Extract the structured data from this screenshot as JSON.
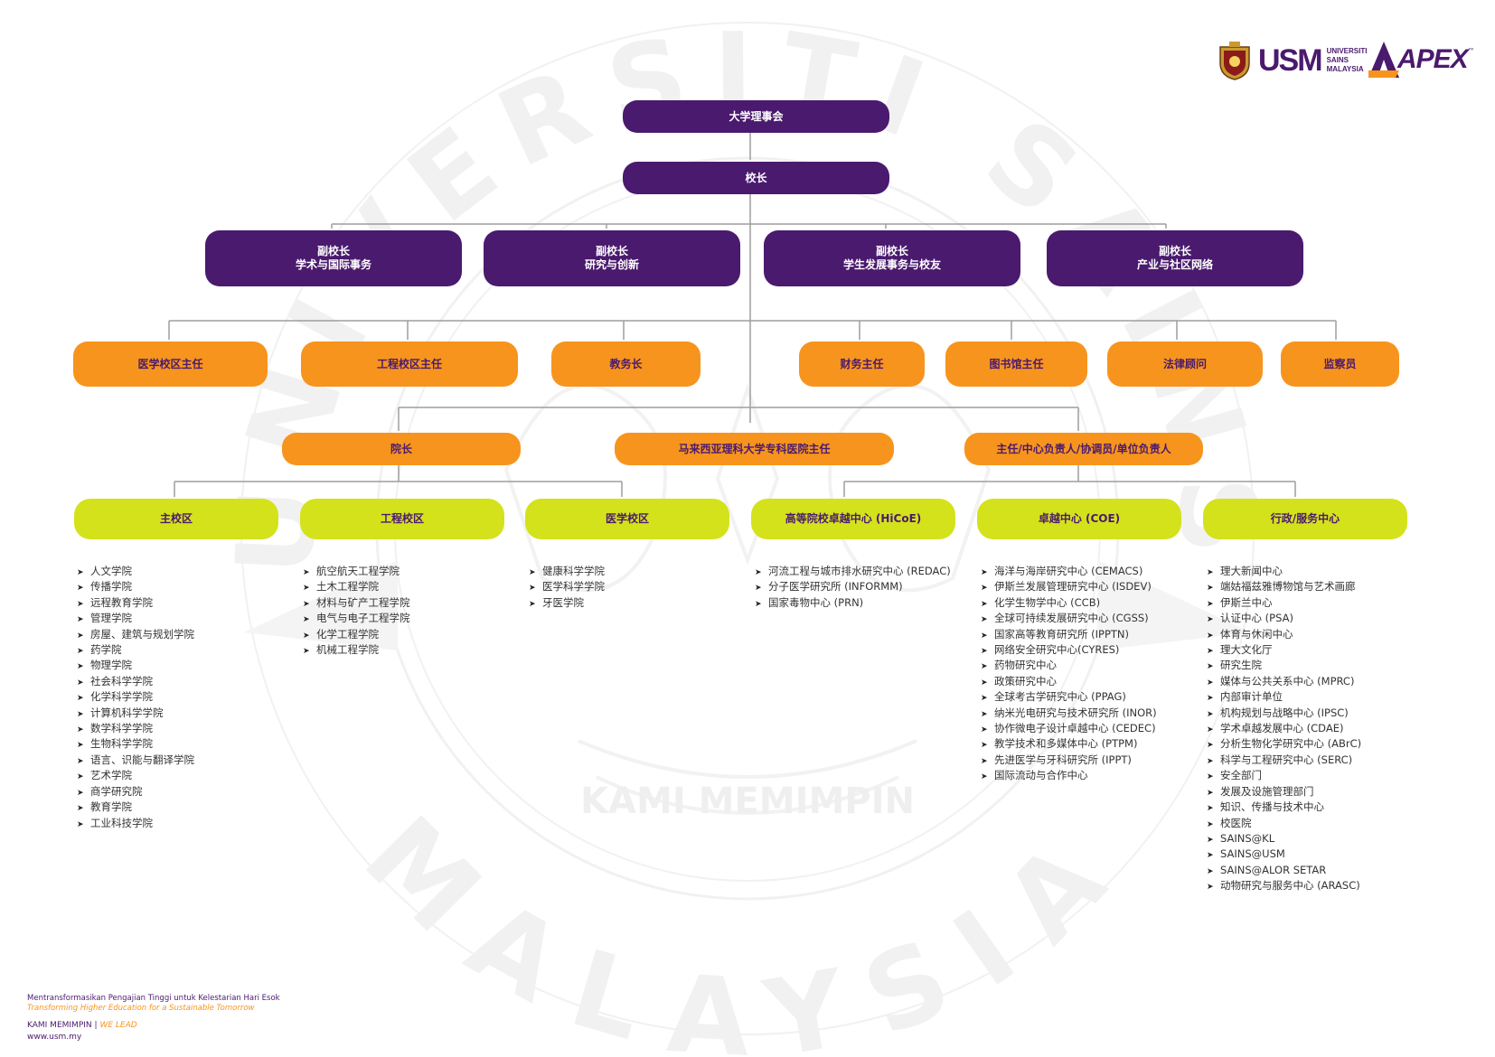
{
  "watermark": {
    "arc_top": "UNIVERSITI SAINS",
    "arc_bottom": "MALAYSIA",
    "motto": "KAMI MEMIMPIN"
  },
  "logos": {
    "usm": "USM",
    "usm_sub": [
      "UNIVERSITI",
      "SAINS",
      "MALAYSIA"
    ],
    "apex": "APEX",
    "tm": "™"
  },
  "level1": {
    "board": "大学理事会",
    "vc": "校长"
  },
  "deputies": [
    {
      "title": "副校长",
      "sub": "学术与国际事务"
    },
    {
      "title": "副校长",
      "sub": "研究与创新"
    },
    {
      "title": "副校长",
      "sub": "学生发展事务与校友"
    },
    {
      "title": "副校长",
      "sub": "产业与社区网络"
    }
  ],
  "officers": [
    "医学校区主任",
    "工程校区主任",
    "教务长",
    "财务主任",
    "图书馆主任",
    "法律顾问",
    "监察员"
  ],
  "heads": [
    "院长",
    "马来西亚理科大学专科医院主任",
    "主任/中心负责人/协调员/单位负责人"
  ],
  "groups": [
    {
      "label": "主校区",
      "items": [
        "人文学院",
        "传播学院",
        "远程教育学院",
        "管理学院",
        "房屋、建筑与规划学院",
        "药学院",
        "物理学院",
        "社会科学学院",
        "化学科学学院",
        "计算机科学学院",
        "数学科学学院",
        "生物科学学院",
        "语言、识能与翻译学院",
        "艺术学院",
        "商学研究院",
        "教育学院",
        "工业科技学院"
      ]
    },
    {
      "label": "工程校区",
      "items": [
        "航空航天工程学院",
        "土木工程学院",
        "材料与矿产工程学院",
        "电气与电子工程学院",
        "化学工程学院",
        "机械工程学院"
      ]
    },
    {
      "label": "医学校区",
      "items": [
        "健康科学学院",
        "医学科学学院",
        "牙医学院"
      ]
    },
    {
      "label": "高等院校卓越中心 (HiCoE)",
      "items": [
        "河流工程与城市排水研究中心 (REDAC)",
        "分子医学研究所 (INFORMM)",
        "国家毒物中心 (PRN)"
      ]
    },
    {
      "label": "卓越中心 (COE)",
      "items": [
        "海洋与海岸研究中心 (CEMACS)",
        "伊斯兰发展管理研究中心 (ISDEV)",
        "化学生物学中心 (CCB)",
        "全球可持续发展研究中心 (CGSS)",
        "国家高等教育研究所 (IPPTN)",
        "网络安全研究中心(CYRES)",
        "药物研究中心",
        "政策研究中心",
        "全球考古学研究中心 (PPAG)",
        "纳米光电研究与技术研究所 (INOR)",
        "协作微电子设计卓越中心 (CEDEC)",
        "教学技术和多媒体中心 (PTPM)",
        "先进医学与牙科研究所 (IPPT)",
        "国际流动与合作中心"
      ]
    },
    {
      "label": "行政/服务中心",
      "items": [
        "理大新闻中心",
        "端姑福兹雅博物馆与艺术画廊",
        "伊斯兰中心",
        "认证中心 (PSA)",
        "体育与休闲中心",
        "理大文化厅",
        "研究生院",
        "媒体与公共关系中心 (MPRC)",
        "内部审计单位",
        "机构规划与战略中心 (IPSC)",
        "学术卓越发展中心 (CDAE)",
        "分析生物化学研究中心 (ABrC)",
        "科学与工程研究中心 (SERC)",
        "安全部门",
        "发展及设施管理部门",
        "知识、传播与技术中心",
        "校医院",
        "SAINS@KL",
        "SAINS@USM",
        "SAINS@ALOR SETAR",
        "动物研究与服务中心 (ARASC)"
      ]
    }
  ],
  "footer": {
    "tagline_ms": "Mentransformasikan Pengajian Tinggi untuk Kelestarian Hari Esok",
    "tagline_en": "Transforming Higher Education for a Sustainable Tomorrow",
    "motto_ms": "KAMI MEMIMPIN",
    "separator": "|",
    "motto_en": "WE LEAD",
    "url": "www.usm.my"
  },
  "colors": {
    "purple": "#4a1a6e",
    "orange": "#f7941d",
    "lime": "#d4e21b",
    "line": "#9e9e9e"
  }
}
